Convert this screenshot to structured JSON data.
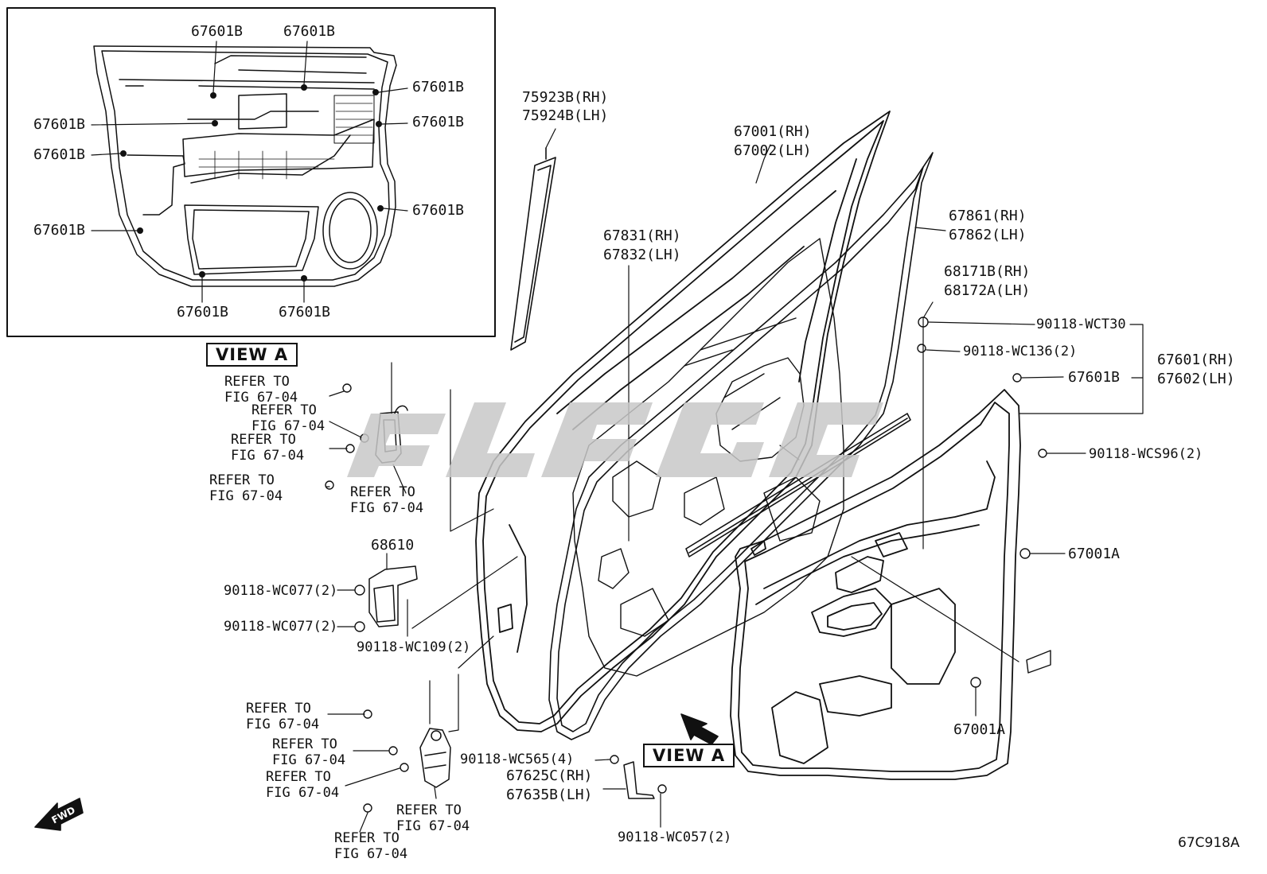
{
  "diagram_id": "67C918A",
  "fwd_label": "FWD",
  "view_labels": [
    "VIEW A",
    "VIEW A"
  ],
  "inset_labels": [
    "67601B",
    "67601B",
    "67601B",
    "67601B",
    "67601B",
    "67601B",
    "67601B",
    "67601B",
    "67601B",
    "67601B"
  ],
  "parts": {
    "p75923": [
      "75923B(RH)",
      "75924B(LH)"
    ],
    "p67001": [
      "67001(RH)",
      "67002(LH)"
    ],
    "p67861": [
      "67861(RH)",
      "67862(LH)"
    ],
    "p67831": [
      "67831(RH)",
      "67832(LH)"
    ],
    "p68171": [
      "68171B(RH)",
      "68172A(LH)"
    ],
    "wct30": "90118-WCT30",
    "wc136": "90118-WC136(2)",
    "p67601b": "67601B",
    "p67601": [
      "67601(RH)",
      "67602(LH)"
    ],
    "wcs96": "90118-WCS96(2)",
    "p67001a_1": "67001A",
    "p67001a_2": "67001A",
    "p68610": "68610",
    "wc077_1": "90118-WC077(2)",
    "wc077_2": "90118-WC077(2)",
    "wc109": "90118-WC109(2)",
    "wc565": "90118-WC565(4)",
    "p67625": [
      "67625C(RH)",
      "67635B(LH)"
    ],
    "wc057": "90118-WC057(2)"
  },
  "refer_labels": [
    [
      "REFER TO",
      "FIG 67-04"
    ],
    [
      "REFER TO",
      "FIG 67-04"
    ],
    [
      "REFER TO",
      "FIG 67-04"
    ],
    [
      "REFER TO",
      "FIG 67-04"
    ],
    [
      "REFER TO",
      "FIG 67-04"
    ],
    [
      "REFER TO",
      "FIG 67-04"
    ],
    [
      "REFER TO",
      "FIG 67-04"
    ],
    [
      "REFER TO",
      "FIG 67-04"
    ],
    [
      "REFER TO",
      "FIG 67-04"
    ],
    [
      "REFER TO",
      "FIG 67-04"
    ]
  ]
}
